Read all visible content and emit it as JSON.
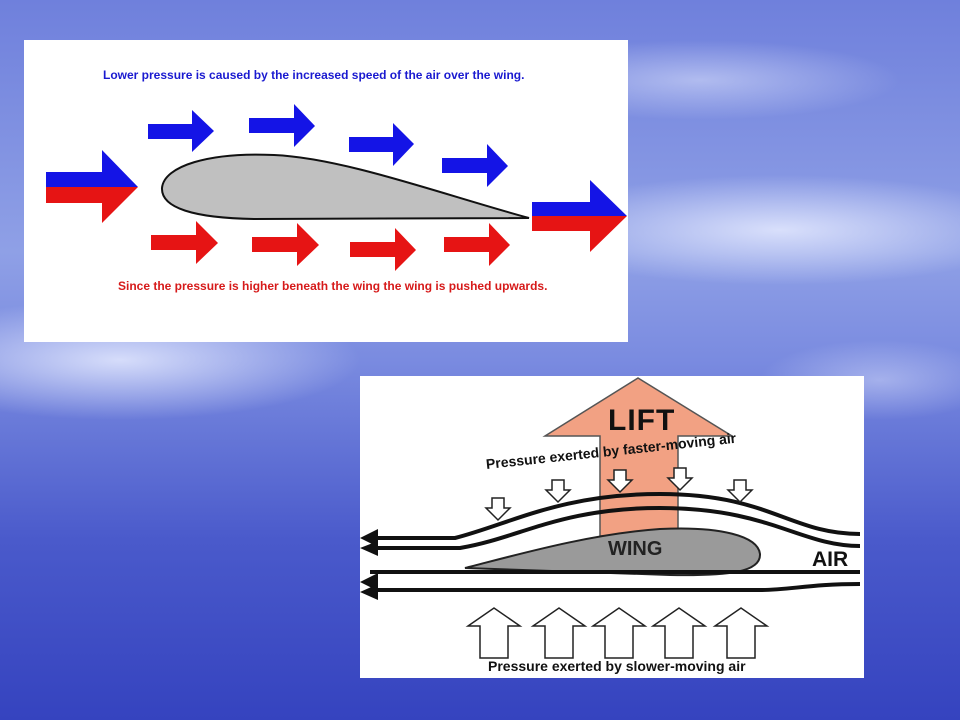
{
  "background": {
    "colors": [
      "#a9b4ee",
      "#5f6fd8",
      "#3a48c6"
    ]
  },
  "diagram_top": {
    "caption_top": "Lower pressure is caused by the increased speed of the air over the wing.",
    "caption_bottom": "Since the pressure is higher beneath the wing the wing is pushed upwards.",
    "colors": {
      "fast_air": "#1414e6",
      "slow_air": "#e61414",
      "wing": "#c0c0c0"
    }
  },
  "diagram_bottom": {
    "lift_label": "LIFT",
    "wing_label": "WING",
    "air_label": "AIR",
    "top_caption": "Pressure exerted by faster-moving air",
    "bottom_caption": "Pressure exerted by slower-moving air",
    "colors": {
      "lift_arrow": "#f2a183",
      "wing": "#9a9a9a"
    }
  }
}
